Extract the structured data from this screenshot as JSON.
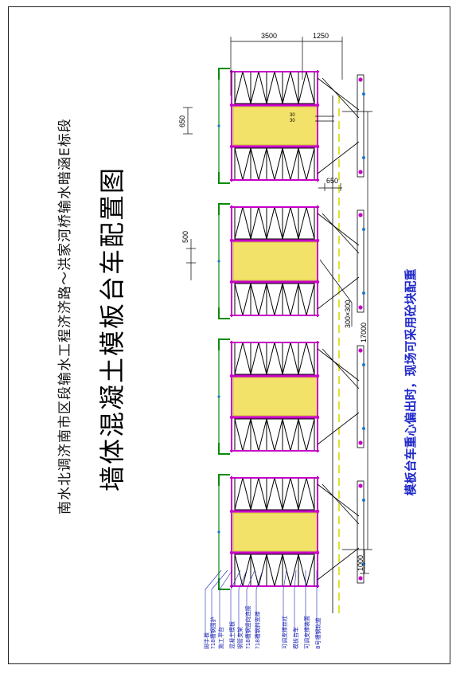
{
  "subtitle": "南水北调济南市区段输水工程济济路～洪家河桥输水暗涵E标段",
  "title": "墙体混凝土模板台车配置图",
  "note": "模板台车重心偏出时，现场可采用砼块配重",
  "dimensions": {
    "d3500": "3500",
    "d1250": "1250",
    "d650a": "650",
    "d650b": "650",
    "d500": "500",
    "d300": "300×300",
    "d17000": "17000",
    "d1000": "1000",
    "d10a": "30",
    "d10b": "30"
  },
  "legend": [
    "脚手板",
    "?18槽钢围护",
    "施工平台",
    "混凝土模板",
    "钢管支架",
    "?18槽钢竖向连接",
    "?18槽钢斜支撑",
    "可调支撑丝杠",
    "模板台车",
    "可调支撑装置",
    "8号槽钢轨道"
  ],
  "colors": {
    "truss": "#000000",
    "chord": "#c800c8",
    "rail": "#0a8c0a",
    "concrete": "#f3e26a",
    "leader": "#1e27b5",
    "wheel": "#1e78c8",
    "guide": "#d8d800"
  }
}
